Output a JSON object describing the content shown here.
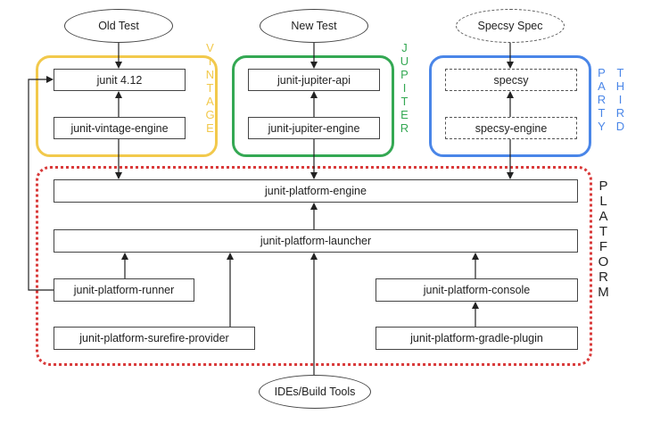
{
  "inputs": {
    "old_test": "Old Test",
    "new_test": "New Test",
    "specsy_spec": "Specsy Spec",
    "ides_build_tools": "IDEs/Build Tools"
  },
  "groups": {
    "vintage": {
      "label": "VINTAGE",
      "color": "#f2c94c",
      "items": [
        "junit 4.12",
        "junit-vintage-engine"
      ]
    },
    "jupiter": {
      "label": "JUPITER",
      "color": "#34a853",
      "items": [
        "junit-jupiter-api",
        "junit-jupiter-engine"
      ]
    },
    "third_party": {
      "label_line1": "THIRD",
      "label_line2": "PARTY",
      "color": "#4a86e8",
      "items": [
        "specsy",
        "specsy-engine"
      ]
    },
    "platform": {
      "label": "PLATFORM",
      "color": "#d93a3a",
      "label_color": "#222222",
      "items": {
        "engine": "junit-platform-engine",
        "launcher": "junit-platform-launcher",
        "runner": "junit-platform-runner",
        "console": "junit-platform-console",
        "surefire_provider": "junit-platform-surefire-provider",
        "gradle_plugin": "junit-platform-gradle-plugin"
      }
    }
  }
}
